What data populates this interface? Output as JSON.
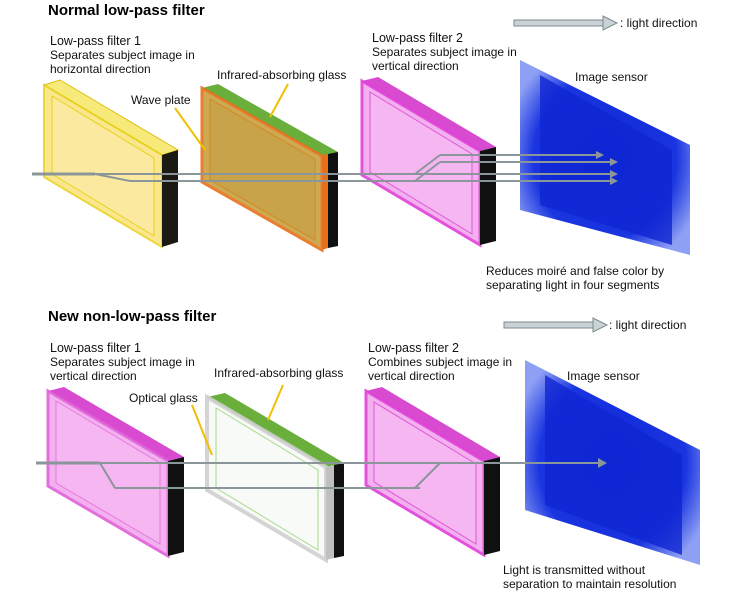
{
  "sections": [
    {
      "title": "Normal low-pass filter",
      "legend": ": light direction",
      "lpf1": {
        "name": "Low-pass filter 1",
        "line1": "Separates subject image in",
        "line2": "horizontal direction"
      },
      "middle_label": "Wave plate",
      "glass_label": "Infrared-absorbing glass",
      "lpf2": {
        "name": "Low-pass filter 2",
        "line1": "Separates subject image in",
        "line2": "vertical direction"
      },
      "sensor": "Image sensor",
      "note": {
        "line1": "Reduces moiré and false color by",
        "line2": "separating light in four segments"
      }
    },
    {
      "title": "New non-low-pass filter",
      "legend": ": light direction",
      "lpf1": {
        "name": "Low-pass filter 1",
        "line1": "Separates subject image in",
        "line2": "vertical direction"
      },
      "middle_label": "Optical glass",
      "glass_label": "Infrared-absorbing glass",
      "lpf2": {
        "name": "Low-pass filter 2",
        "line1": "Combines subject image in",
        "line2": "vertical direction"
      },
      "sensor": "Image sensor",
      "note": {
        "line1": "Light is transmitted without",
        "line2": "separation to maintain resolution"
      }
    }
  ],
  "colors": {
    "yellow_filter": "#f5e04a",
    "orange_glass": "#e8701a",
    "green_edge": "#5fa83a",
    "magenta_filter": "#e040d8",
    "sensor_blue": "#1a2fd8",
    "ray_gray": "#8a8a8a"
  }
}
